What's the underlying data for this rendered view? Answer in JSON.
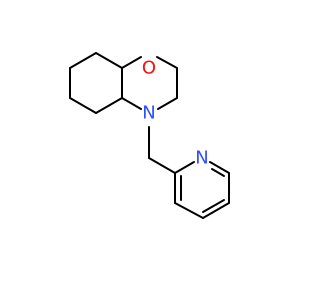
{
  "molecule": {
    "atoms": {
      "oxygen": {
        "label": "O",
        "color": "#FF0D0D"
      },
      "amine_nitrogen": {
        "label": "N",
        "color": "#3050F8"
      },
      "pyridine_nitrogen": {
        "label": "N",
        "color": "#3050F8"
      }
    },
    "bond_color": "#000000",
    "background": "#FFFFFF"
  }
}
